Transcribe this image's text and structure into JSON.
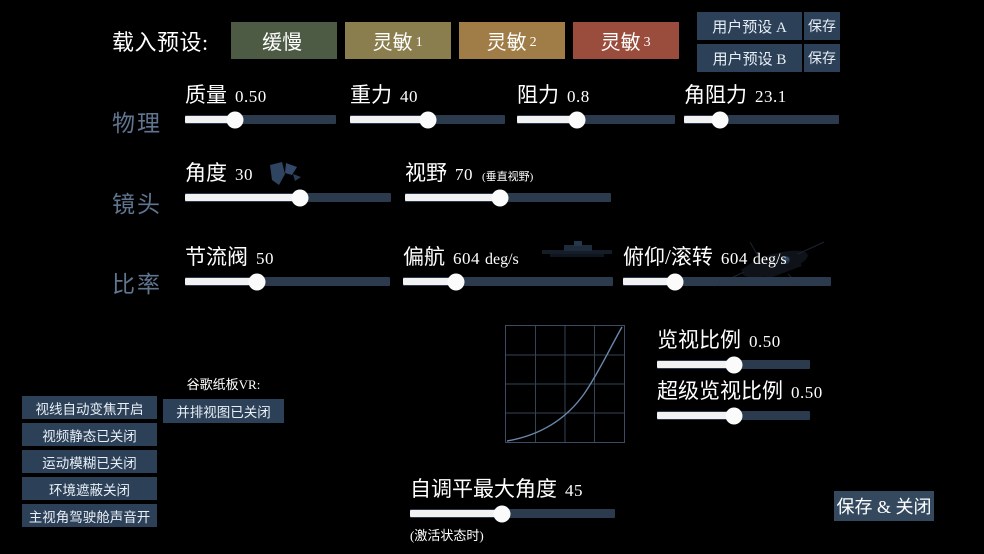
{
  "header": {
    "preset_label": "载入预设:",
    "presets": [
      {
        "label": "缓慢",
        "sub": "",
        "color": "#4d5b45"
      },
      {
        "label": "灵敏",
        "sub": "1",
        "color": "#8a7e4e"
      },
      {
        "label": "灵敏",
        "sub": "2",
        "color": "#a07c46"
      },
      {
        "label": "灵敏",
        "sub": "3",
        "color": "#9a4d3c"
      }
    ],
    "user_presets": [
      {
        "label": "用户预设 A",
        "save_label": "保存"
      },
      {
        "label": "用户预设 B",
        "save_label": "保存"
      }
    ]
  },
  "sections": {
    "physics_label": "物理",
    "camera_label": "镜头",
    "rates_label": "比率"
  },
  "sliders": {
    "mass": {
      "name": "质量",
      "value": "0.50",
      "unit": "",
      "note": "",
      "sub": "",
      "percent": 33
    },
    "gravity": {
      "name": "重力",
      "value": "40",
      "unit": "",
      "note": "",
      "sub": "",
      "percent": 50
    },
    "drag": {
      "name": "阻力",
      "value": "0.8",
      "unit": "",
      "note": "",
      "sub": "",
      "percent": 38
    },
    "ang_drag": {
      "name": "角阻力",
      "value": "23.1",
      "unit": "",
      "note": "",
      "sub": "",
      "percent": 23
    },
    "angle": {
      "name": "角度",
      "value": "30",
      "unit": "",
      "note": "",
      "sub": "",
      "percent": 56
    },
    "fov": {
      "name": "视野",
      "value": "70",
      "unit": "",
      "note": "(垂直视野)",
      "sub": "",
      "percent": 46
    },
    "throttle": {
      "name": "节流阀",
      "value": "50",
      "unit": "",
      "note": "",
      "sub": "",
      "percent": 35
    },
    "yaw": {
      "name": "偏航",
      "value": "604",
      "unit": "deg/s",
      "note": "",
      "sub": "",
      "percent": 25
    },
    "pitch_roll": {
      "name": "俯仰/滚转",
      "value": "604",
      "unit": "deg/s",
      "note": "",
      "sub": "",
      "percent": 25
    },
    "expo": {
      "name": "览视比例",
      "value": "0.50",
      "unit": "",
      "note": "",
      "sub": "",
      "percent": 50
    },
    "super_expo": {
      "name": "超级览视比例",
      "value": "0.50",
      "unit": "",
      "note": "",
      "sub": "",
      "percent": 50
    },
    "self_level": {
      "name": "自调平最大角度",
      "value": "45",
      "unit": "",
      "note": "",
      "sub": "(激活状态时)",
      "percent": 45
    }
  },
  "toggles": [
    {
      "label": "视线自动变焦开启"
    },
    {
      "label": "视频静态已关闭"
    },
    {
      "label": "运动模糊已关闭"
    },
    {
      "label": "环境遮蔽关闭"
    },
    {
      "label": "主视角驾驶舱声音开"
    }
  ],
  "cardboard": {
    "title": "谷歌纸板VR:",
    "button": "并排视图已关闭"
  },
  "footer": {
    "save_close": "保存 & 关闭"
  },
  "colors": {
    "background": "#000000",
    "panel_blue": "#2c4058",
    "section_label": "#5f7590",
    "slider_fill": "#f2f2f2",
    "slider_track": "#2b3b4d",
    "curve_line": "#5a7392"
  }
}
